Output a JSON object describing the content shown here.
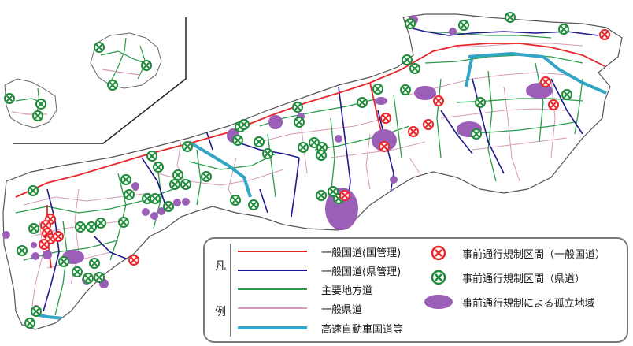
{
  "colors": {
    "national_direct": "#e8262a",
    "national_pref": "#1c1a8c",
    "main_local": "#2a9a4a",
    "pref_road": "#d49ab8",
    "expressway": "#33a6c6",
    "isolated_area": "#9b5fb8",
    "restrict_national": "#e8262a",
    "restrict_pref": "#1f8a3a"
  },
  "legend": {
    "heading_top": "凡",
    "heading_bottom": "例",
    "lines": [
      {
        "key": "national_direct",
        "label": "一般国道(国管理)"
      },
      {
        "key": "national_pref",
        "label": "一般国道(県管理)"
      },
      {
        "key": "main_local",
        "label": "主要地方道"
      },
      {
        "key": "pref_road",
        "label": "一般県道"
      },
      {
        "key": "expressway",
        "label": "高速自動車国道等"
      }
    ],
    "symbols": [
      {
        "key": "restrict_national",
        "icon": "x-circle-icon",
        "label": "事前通行規制区間（一般国道）"
      },
      {
        "key": "restrict_pref",
        "icon": "x-circle-icon",
        "label": "事前通行規制区間（県道）"
      },
      {
        "key": "isolated_area",
        "icon": "ellipse-icon",
        "label": "事前通行規制による孤立地域"
      }
    ]
  }
}
